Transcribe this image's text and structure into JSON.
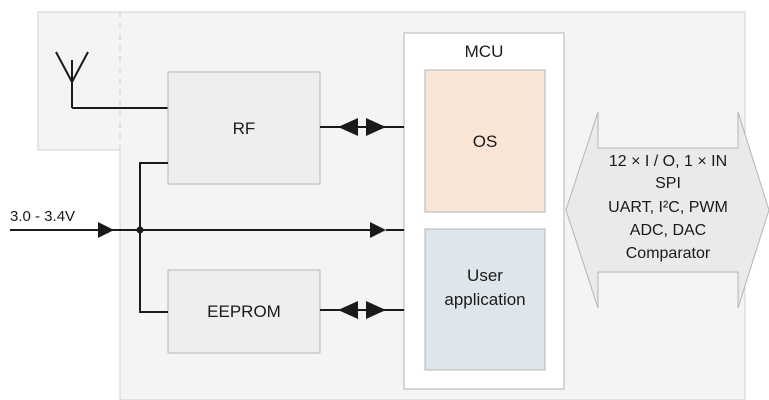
{
  "blocks": {
    "rf": "RF",
    "eeprom": "EEPROM",
    "mcu": "MCU",
    "os": "OS",
    "user_app_line1": "User",
    "user_app_line2": "application"
  },
  "supply": {
    "label": "3.0 - 3.4V"
  },
  "bus": {
    "lines": [
      "12 × I / O, 1 × IN",
      "SPI",
      "UART, I²C, PWM",
      "ADC, DAC",
      "Comparator"
    ]
  },
  "colors": {
    "module_bg": "#f4f4f4",
    "module_border": "#d0d0d0",
    "block_fill": "#eeeeee",
    "os_fill": "#f9e6d6",
    "user_app_fill": "#dde6ea",
    "line": "#1a1a1a"
  }
}
